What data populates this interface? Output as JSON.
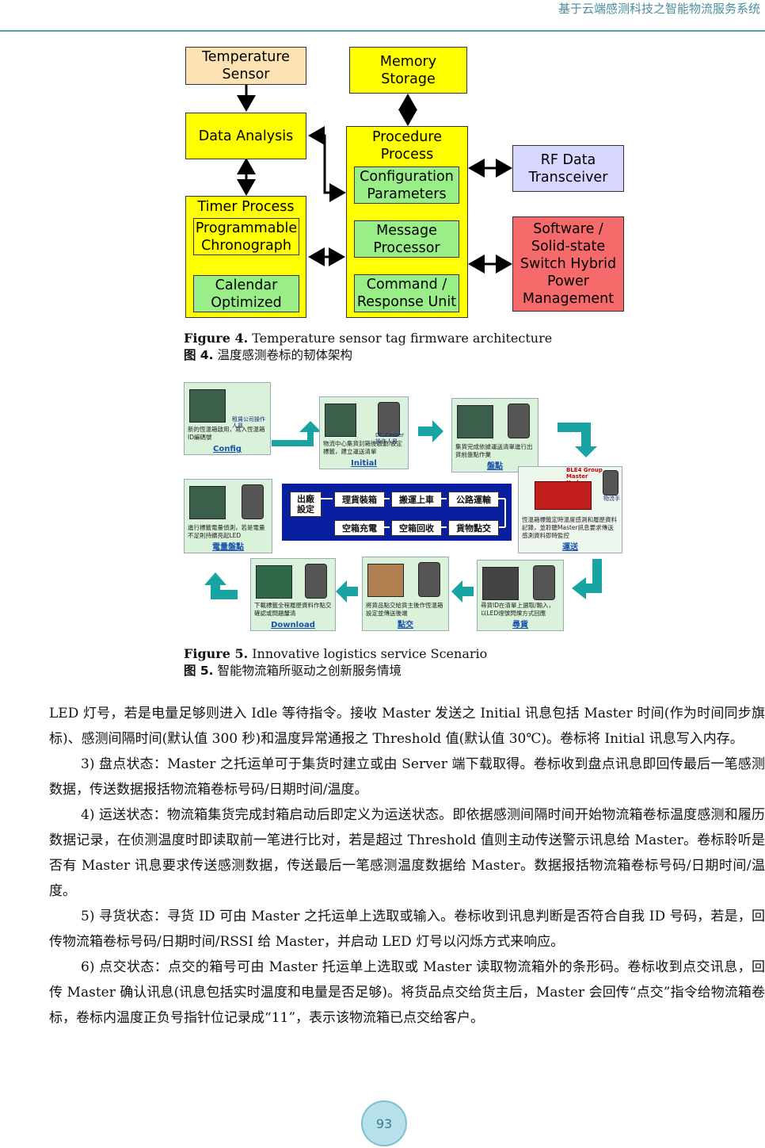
{
  "header": {
    "running_title": "基于云端感测科技之智能物流服务系统"
  },
  "figure4": {
    "boxes": {
      "temperature_sensor": "Temperature\nSensor",
      "memory_storage": "Memory\nStorage",
      "data_analysis": "Data Analysis",
      "procedure_process": "Procedure\nProcess",
      "configuration_parameters": "Configuration\nParameters",
      "message_processor": "Message\nProcessor",
      "command_response_unit": "Command /\nResponse Unit",
      "rf_data_transceiver": "RF Data\nTransceiver",
      "software_switch": "Software /\nSolid-state\nSwitch Hybrid\nPower\nManagement",
      "timer_process": "Timer Process",
      "programmable_chronograph": "Programmable\nChronograph",
      "calendar_optimized": "Calendar\nOptimized"
    },
    "caption_label_en": "Figure 4.",
    "caption_en": " Temperature sensor tag firmware architecture",
    "caption_label_zh": "图 4.",
    "caption_zh": " 温度感测卷标的韧体架构"
  },
  "figure5": {
    "tiles": {
      "config": {
        "text": "新的恆溫箱啟用，寫入恆溫箱ID編碼號",
        "staff": "租賃公司操作人員",
        "label": "Config"
      },
      "initial": {
        "text": "物流中心集貨封箱後啟動/設定標籤，建立運送清單",
        "staff": "DC Center操作人員",
        "label": "Initial"
      },
      "inventory": {
        "text": "集貨完成依據運送清單進行出貨前盤點作業",
        "label": "盤點"
      },
      "transport": {
        "text": "恆溫箱標籤定時溫度感測和履歷資料記錄，並聆聽Master訊息要求傳送感測資料即時監控",
        "group": "BLE4 Group Master Node",
        "driver": "物流手",
        "label": "運送"
      },
      "search": {
        "text": "尋貨ID在清單上選取/輸入，以LED燈號閃爍方式回應",
        "label": "尋貨"
      },
      "handover": {
        "text": "將貨品點交給貨主後作恆溫箱設定並傳送後端",
        "label": "點交"
      },
      "download": {
        "text": "下載標籤全程履歷資料作點交確認或問題釐清",
        "label": "Download"
      },
      "battery": {
        "text": "進行標籤電量偵測，若是電量不足則持續亮起LED",
        "label": "電量盤點"
      }
    },
    "flow_items": [
      "出廠\n設定",
      "理貨裝箱",
      "搬運上車",
      "公路運輸",
      "空箱充電",
      "空箱回收",
      "貨物點交"
    ],
    "caption_label_en": "Figure 5.",
    "caption_en": " Innovative logistics service Scenario",
    "caption_label_zh": "图 5.",
    "caption_zh": " 智能物流箱所驱动之创新服务情境"
  },
  "body": {
    "p1": "LED 灯号，若是电量足够则进入 Idle 等待指令。接收 Master 发送之 Initial 讯息包括 Master 时间(作为时间同步旗标)、感测间隔时间(默认值 300 秒)和温度异常通报之 Threshold 值(默认值 30℃)。卷标将 Initial 讯息写入内存。",
    "p2": "3) 盘点状态：Master 之托运单可于集货时建立或由 Server 端下载取得。卷标收到盘点讯息即回传最后一笔感测数据，传送数据报括物流箱卷标号码/日期时间/温度。",
    "p3": "4) 运送状态：物流箱集货完成封箱启动后即定义为运送状态。即依据感测间隔时间开始物流箱卷标温度感测和履历数据记录，在侦测温度时即读取前一笔进行比对，若是超过 Threshold 值则主动传送警示讯息给 Master。卷标聆听是否有 Master 讯息要求传送感测数据，传送最后一笔感测温度数据给 Master。数据报括物流箱卷标号码/日期时间/温度。",
    "p4": "5) 寻货状态：寻货 ID 可由 Master 之托运单上选取或输入。卷标收到讯息判断是否符合自我 ID 号码，若是，回传物流箱卷标号码/日期时间/RSSI 给 Master，并启动 LED 灯号以闪烁方式来响应。",
    "p5": "6) 点交状态：点交的箱号可由 Master 托运单上选取或 Master 读取物流箱外的条形码。卷标收到点交讯息，回传 Master 确认讯息(讯息包括实时温度和电量是否足够)。将货品点交给货主后，Master 会回传“点交”指令给物流箱卷标，卷标内温度正负号指针位记录成“11”，表示该物流箱已点交给客户。"
  },
  "footer": {
    "page_number": "93"
  },
  "colors": {
    "accent": "#5a9fae",
    "yellow_box": "#ffff00",
    "green_box": "#99ee88",
    "flow_bg": "#0a1fa0",
    "arrow_teal": "#1aa3a3"
  }
}
